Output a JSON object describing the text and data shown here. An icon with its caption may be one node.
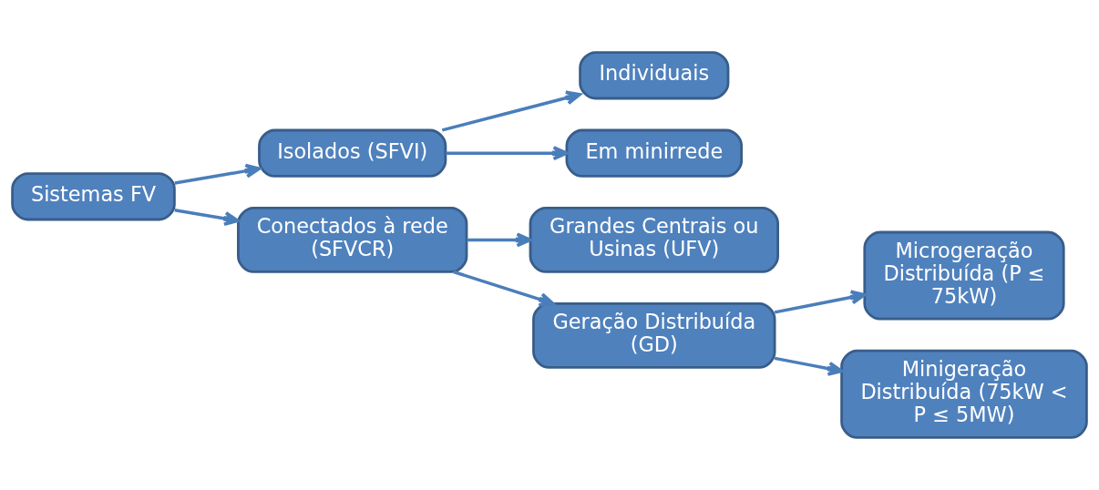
{
  "diagram": {
    "nodes": [
      {
        "text": [
          "Sistemas FV"
        ]
      },
      {
        "text": [
          "Isolados (SFVI)"
        ]
      },
      {
        "text": [
          "Conectados à rede (SFVCR)"
        ]
      },
      {
        "text": [
          "Individuais"
        ]
      },
      {
        "text": [
          "Em minirrede"
        ]
      },
      {
        "text": [
          "Grandes Centrais ou Usinas (UFV)"
        ]
      },
      {
        "text": [
          "Geração Distribuída (GD)"
        ]
      },
      {
        "text": [
          "Microgeração Distribuída (P ≤ 75kW)"
        ]
      },
      {
        "text": [
          "Minigeração Distribuída (75kW < P ≤ 5MW)"
        ]
      }
    ],
    "edges": [
      {
        "from": 0,
        "to": 1,
        "arrow": "to"
      },
      {
        "from": 0,
        "to": 2,
        "arrow": "to"
      },
      {
        "from": 1,
        "to": 3,
        "arrow": "to"
      },
      {
        "from": 1,
        "to": 4,
        "arrow": "to"
      },
      {
        "from": 2,
        "to": 5,
        "arrow": "to"
      },
      {
        "from": 2,
        "to": 6,
        "arrow": "to"
      },
      {
        "from": 6,
        "to": 7,
        "arrow": "to"
      },
      {
        "from": 6,
        "to": 8,
        "arrow": "to"
      }
    ]
  }
}
